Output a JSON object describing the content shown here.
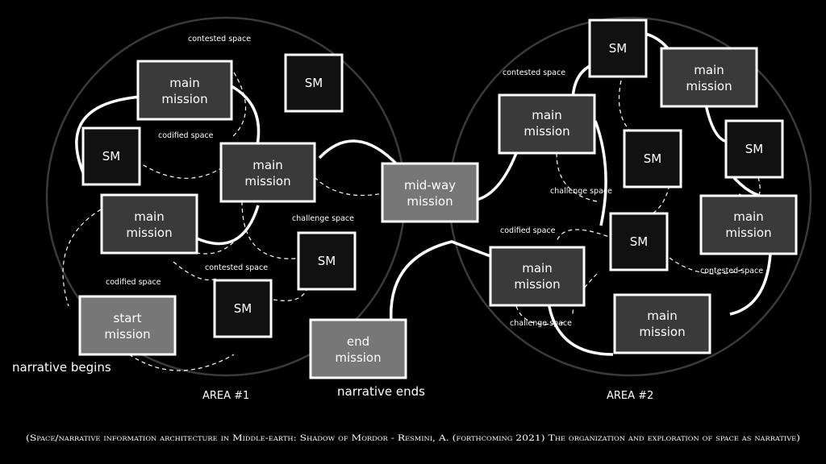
{
  "colors": {
    "background": "#000000",
    "area_outline": "#3a3a3a",
    "connector": "#ffffff",
    "box_border": "#ffffff",
    "main_fill": "#3a3a3a",
    "sm_fill": "#111111",
    "key_fill": "#777777"
  },
  "nodes": {
    "main_1": {
      "line1": "main",
      "line2": "mission"
    },
    "main_2": {
      "line1": "main",
      "line2": "mission"
    },
    "main_3": {
      "line1": "main",
      "line2": "mission"
    },
    "sm_1": {
      "label": "SM"
    },
    "sm_2": {
      "label": "SM"
    },
    "sm_3": {
      "label": "SM"
    },
    "sm_4": {
      "label": "SM"
    },
    "start": {
      "line1": "start",
      "line2": "mission"
    },
    "midway": {
      "line1": "mid-way",
      "line2": "mission"
    },
    "end": {
      "line1": "end",
      "line2": "mission"
    },
    "main_4": {
      "line1": "main",
      "line2": "mission"
    },
    "main_5": {
      "line1": "main",
      "line2": "mission"
    },
    "main_6": {
      "line1": "main",
      "line2": "mission"
    },
    "main_7": {
      "line1": "main",
      "line2": "mission"
    },
    "main_8": {
      "line1": "main",
      "line2": "mission"
    },
    "sm_5": {
      "label": "SM"
    },
    "sm_6": {
      "label": "SM"
    },
    "sm_7": {
      "label": "SM"
    },
    "sm_8": {
      "label": "SM"
    }
  },
  "space_labels": {
    "a1_contested_top": "contested space",
    "a1_codified_mid": "codified space",
    "a1_challenge": "challenge space",
    "a1_contested_low": "contested space",
    "a1_codified_low": "codified space",
    "a2_contested_top": "contested space",
    "a2_challenge_mid": "challenge space",
    "a2_codified": "codified space",
    "a2_contested_right": "contested space",
    "a2_challenge_low": "challenge space"
  },
  "labels": {
    "narrative_begins": "narrative begins",
    "narrative_ends": "narrative ends",
    "area1": "AREA #1",
    "area2": "AREA #2"
  },
  "caption": "(Space/narrative information architecture in Middle-earth: Shadow of Mordor - Resmini, A. (forthcoming 2021) The organization and exploration of space as narrative)"
}
